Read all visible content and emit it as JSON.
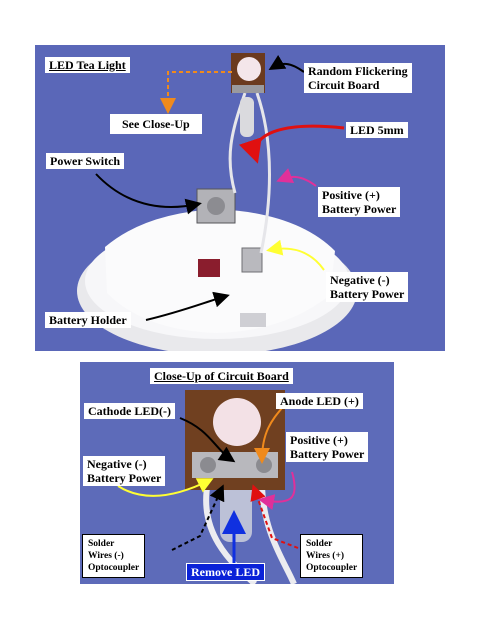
{
  "top": {
    "title": "LED Tea Light",
    "labels": {
      "random_board": [
        "Random Flickering",
        "Circuit Board"
      ],
      "see_closeup": "See Close-Up",
      "led": "LED 5mm",
      "power_switch": "Power Switch",
      "positive": [
        "Positive (+)",
        "Battery Power"
      ],
      "negative": [
        "Negative (-)",
        "Battery Power"
      ],
      "battery_holder": "Battery Holder"
    }
  },
  "bottom": {
    "title": "Close-Up of Circuit Board",
    "labels": {
      "cathode": "Cathode LED(-)",
      "anode": "Anode LED (+)",
      "positive": [
        "Positive (+)",
        "Battery Power"
      ],
      "negative": [
        "Negative (-)",
        "Battery Power"
      ],
      "solder_neg": [
        "Solder",
        "Wires  (-)",
        "Optocoupler"
      ],
      "solder_pos": [
        "Solder",
        "Wires  (+)",
        "Optocoupler"
      ],
      "remove_led": "Remove LED"
    }
  },
  "colors": {
    "panel_bg": "#5a67b8",
    "arrow_orange": "#f08a1c",
    "arrow_red": "#e01010",
    "arrow_magenta": "#e0309a",
    "arrow_yellow": "#ffff33",
    "arrow_black": "#000000",
    "arrow_blue": "#1030e0"
  }
}
